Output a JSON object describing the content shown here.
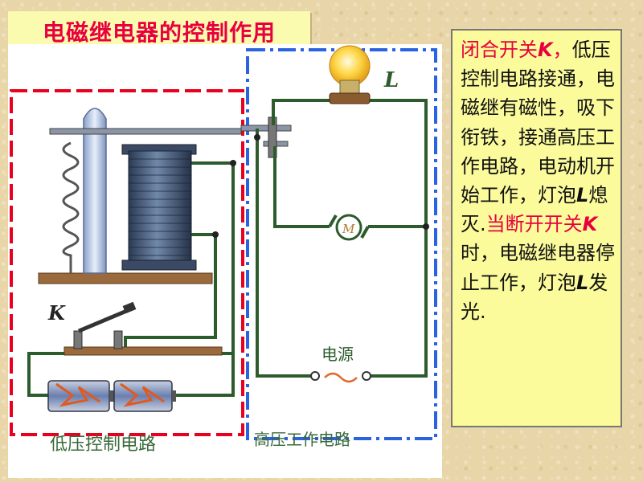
{
  "title": "电磁继电器的控制作用",
  "diagram": {
    "switch_label": "K",
    "lamp_label": "L",
    "motor_label": "M",
    "power_label": "电源",
    "low_circuit_label": "低压控制电路",
    "high_circuit_label": "高压工作电路"
  },
  "description": {
    "t1": "闭合开关",
    "k1": "K",
    "t2": "，",
    "t3": "低压控制电路接通，电磁继有磁性，吸下衔铁，接通高压工作电路，电动机开始工作，灯泡",
    "l1": "L",
    "t4": "熄灭",
    "t5": ".",
    "t6": "当断开开关",
    "k2": "K",
    "t7": "时，电磁继电器停止工作，灯泡",
    "l2": "L",
    "t8": "发光."
  },
  "colors": {
    "title": "#e8003e",
    "low_box": "#e8001e",
    "high_box": "#2a63e0",
    "wire": "#2c5b2c"
  }
}
